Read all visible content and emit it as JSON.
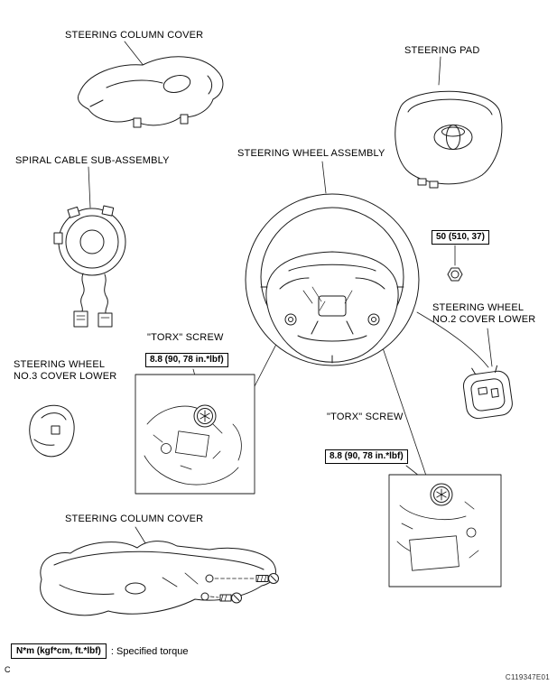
{
  "labels": {
    "steering_column_cover_top": "STEERING COLUMN COVER",
    "steering_pad": "STEERING PAD",
    "spiral_cable_sub_assembly": "SPIRAL CABLE SUB-ASSEMBLY",
    "steering_wheel_assembly": "STEERING WHEEL ASSEMBLY",
    "steering_wheel_no2_cover_lower": "STEERING WHEEL\nNO.2 COVER LOWER",
    "steering_wheel_no3_cover_lower": "STEERING WHEEL\nNO.3 COVER LOWER",
    "torx_screw_left": "\"TORX\" SCREW",
    "torx_screw_right": "\"TORX\" SCREW",
    "steering_column_cover_bottom": "STEERING COLUMN COVER"
  },
  "torques": {
    "steering_wheel_nut": "50 (510, 37)",
    "torx_screw_left": "8.8 (90, 78 in.*lbf)",
    "torx_screw_right": "8.8 (90, 78 in.*lbf)"
  },
  "legend": {
    "unit_box": "N*m (kgf*cm, ft.*lbf)",
    "description": ": Specified torque"
  },
  "footer": {
    "page_marker": "C",
    "figure_code": "C119347E01"
  }
}
